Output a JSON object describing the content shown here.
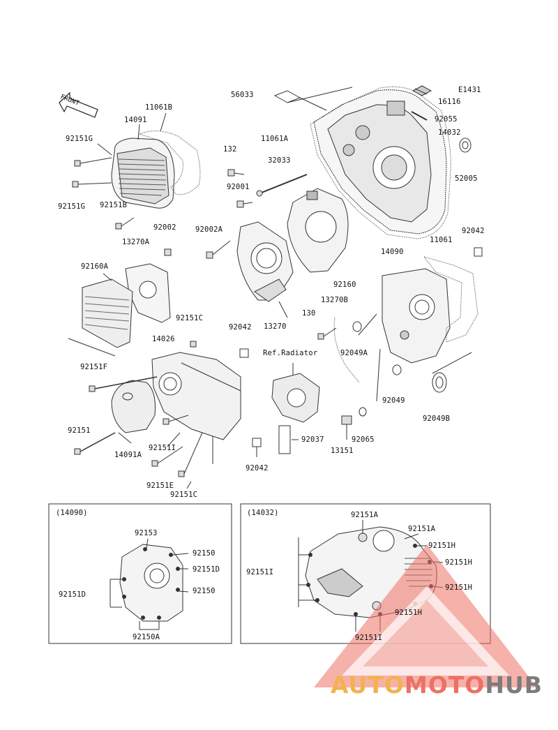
{
  "diagram_code": "E1431",
  "front_arrow": "FRONT",
  "labels": {
    "l16116": "16116",
    "l56033": "56033",
    "l92055": "92055",
    "l14032": "14032",
    "l11061A": "11061A",
    "l52005": "52005",
    "l11061B": "11061B",
    "l14091": "14091",
    "l92151G_a": "92151G",
    "l92151G_b": "92151G",
    "l92151B": "92151B",
    "l132": "132",
    "l32033": "32033",
    "l92001": "92001",
    "l92002": "92002",
    "l92002A": "92002A",
    "l13270A": "13270A",
    "l92042_a": "92042",
    "l11061": "11061",
    "l14090": "14090",
    "l92160A": "92160A",
    "l92160": "92160",
    "l13270B": "13270B",
    "l130": "130",
    "l92049A": "92049A",
    "l13270": "13270",
    "l92151C_top": "92151C",
    "l92042_b": "92042",
    "l14026": "14026",
    "l92151F": "92151F",
    "l92049": "92049",
    "l92049B": "92049B",
    "l92151": "92151",
    "l14091A": "14091A",
    "l92151I_a": "92151I",
    "l92037": "92037",
    "l13151": "13151",
    "l92065": "92065",
    "l92042_c": "92042",
    "l92151E": "92151E",
    "l92151C": "92151C",
    "ref_radiator": "Ref.Radiator",
    "b1_title": "(14090)",
    "b1_92153": "92153",
    "b1_92150_a": "92150",
    "b1_92151D_a": "92151D",
    "b1_92151D_b": "92151D",
    "b1_92150_b": "92150",
    "b1_92150A": "92150A",
    "b2_title": "(14032)",
    "b2_92151A_a": "92151A",
    "b2_92151A_b": "92151A",
    "b2_92151H_a": "92151H",
    "b2_92151I_a": "92151I",
    "b2_92151H_b": "92151H",
    "b2_92151H_c": "92151H",
    "b2_92151H_d": "92151H",
    "b2_92151I_b": "92151I"
  },
  "watermark": {
    "part1": "AUTO",
    "part2": "MOTO",
    "part3": "HUB"
  },
  "colors": {
    "line": "#333333",
    "wm_yellow": "#f4b24e",
    "wm_red": "#ec7164",
    "wm_grey": "#7c7c7c"
  }
}
